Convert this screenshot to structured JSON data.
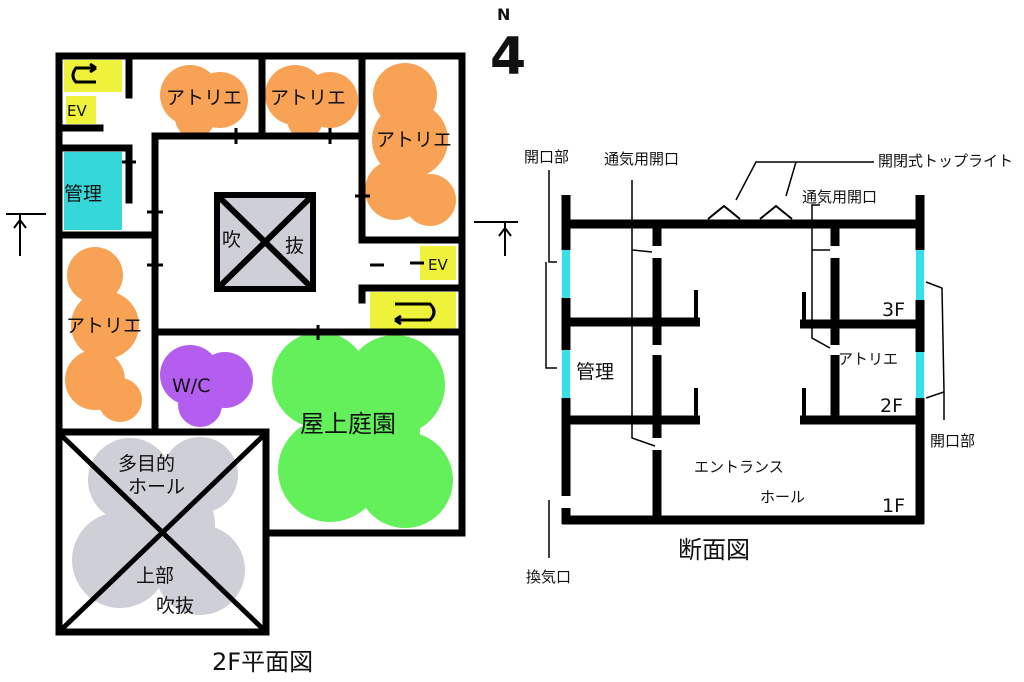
{
  "north_label": "N",
  "north_number": "4",
  "plan": {
    "title": "2F平面図",
    "rooms": {
      "atelier": "アトリエ",
      "ev": "EV",
      "kanri": "管理",
      "fukinuke_a": "吹",
      "fukinuke_b": "抜",
      "wc": "W/C",
      "roof_garden": "屋上庭園",
      "hall_line1": "多目的",
      "hall_line2": "ホール",
      "upper_line1": "上部",
      "upper_line2": "吹抜"
    }
  },
  "section": {
    "title": "断面図",
    "labels": {
      "kaikoubu": "開口部",
      "tsuuki_kaikou": "通気用開口",
      "toplight": "開閉式トップライト",
      "kanri": "管理",
      "atelier": "アトリエ",
      "entrance_line1": "エントランス",
      "entrance_line2": "ホール",
      "floor3": "3F",
      "floor2": "2F",
      "floor1": "1F",
      "kanki": "換気口"
    }
  },
  "colors": {
    "atelier": "#f7a255",
    "ev": "#eef23a",
    "kanri": "#35d7d9",
    "void": "#cfcfd8",
    "wc": "#b45ef0",
    "garden": "#63f05a",
    "window": "#36e0ea",
    "wall": "#000000"
  }
}
